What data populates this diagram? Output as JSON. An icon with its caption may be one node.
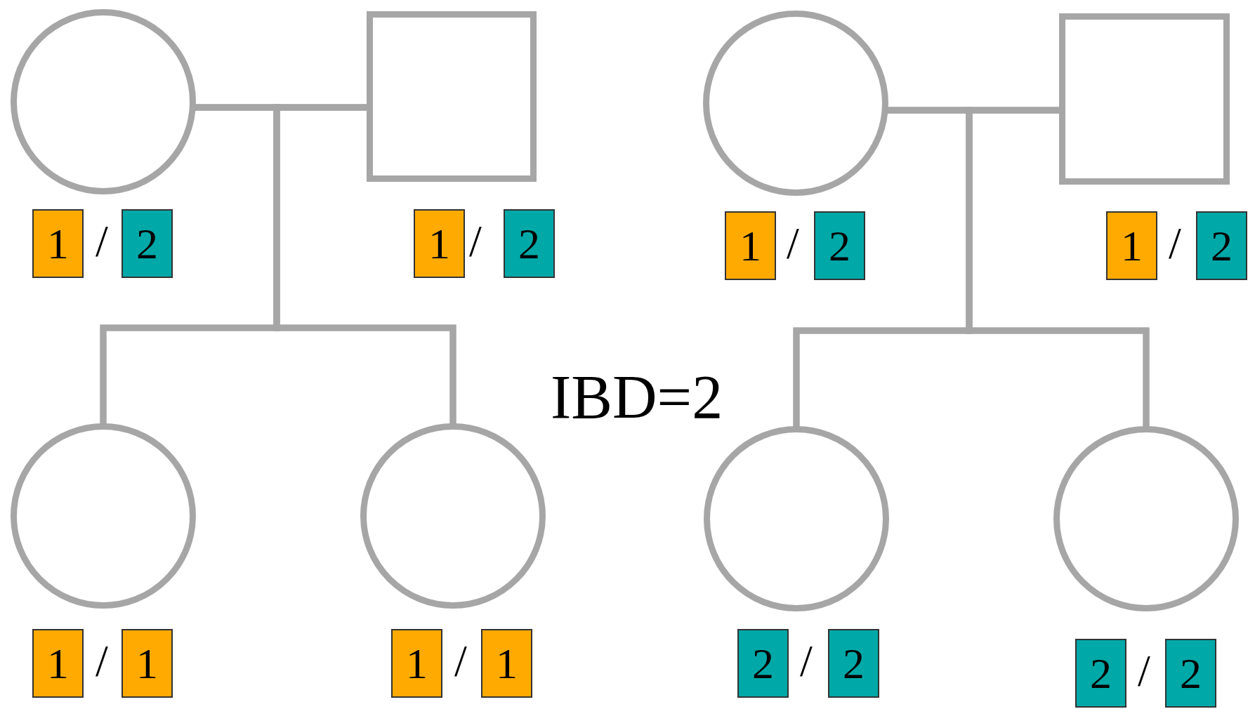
{
  "diagram": {
    "nodes": [
      {
        "text": [],
        "shape": "circle"
      },
      {
        "text": [],
        "shape": "box"
      },
      {
        "text": [],
        "shape": "circle"
      },
      {
        "text": [],
        "shape": "box"
      },
      {
        "text": [
          "1"
        ]
      },
      {
        "text": [
          "2"
        ]
      },
      {
        "text": [
          "1"
        ]
      },
      {
        "text": [
          "2"
        ]
      },
      {
        "text": [
          "1"
        ]
      },
      {
        "text": [
          "2"
        ]
      },
      {
        "text": [
          "1"
        ]
      },
      {
        "text": [
          "2"
        ]
      },
      {
        "text": [],
        "shape": "circle"
      },
      {
        "text": [],
        "shape": "circle"
      },
      {
        "text": [],
        "shape": "circle"
      },
      {
        "text": [],
        "shape": "circle"
      },
      {
        "text": [
          "1"
        ]
      },
      {
        "text": [
          "1"
        ]
      },
      {
        "text": [
          "1"
        ]
      },
      {
        "text": [
          "1"
        ]
      },
      {
        "text": [
          "2"
        ]
      },
      {
        "text": [
          "2"
        ]
      },
      {
        "text": [
          "2"
        ]
      },
      {
        "text": [
          "2"
        ]
      }
    ],
    "edges": [
      {
        "from": 0,
        "to": 1,
        "arrow": "none"
      },
      {
        "from": 0,
        "to": 12,
        "arrow": "none"
      },
      {
        "from": 1,
        "to": 12,
        "arrow": "none"
      },
      {
        "from": 0,
        "to": 13,
        "arrow": "none"
      },
      {
        "from": 1,
        "to": 13,
        "arrow": "none"
      },
      {
        "from": 2,
        "to": 3,
        "arrow": "none"
      },
      {
        "from": 2,
        "to": 14,
        "arrow": "none"
      },
      {
        "from": 3,
        "to": 14,
        "arrow": "none"
      },
      {
        "from": 2,
        "to": 15,
        "arrow": "none"
      },
      {
        "from": 3,
        "to": 15,
        "arrow": "none"
      }
    ],
    "labels": [
      "/",
      "/",
      "/",
      "/",
      "IBD=2",
      "/",
      "/",
      "/",
      "/"
    ]
  }
}
